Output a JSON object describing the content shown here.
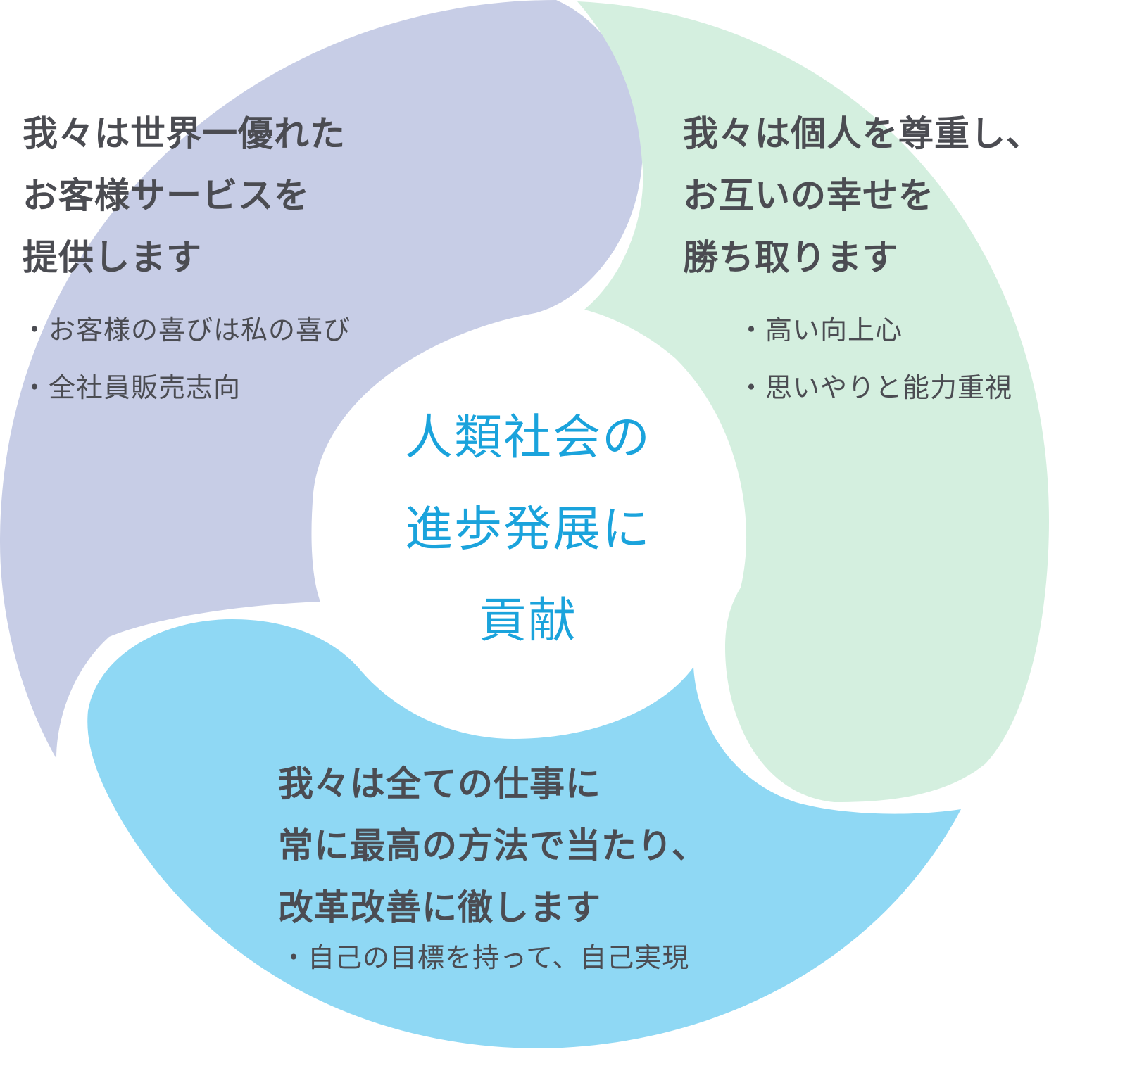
{
  "colors": {
    "lavender": "#c7cde6",
    "mint": "#d4efdf",
    "sky": "#8fd8f4",
    "heading_text": "#4b4c52",
    "center_text": "#1aa3dc"
  },
  "center": {
    "lines": [
      "人類社会の",
      "進歩発展に",
      "貢献"
    ]
  },
  "segments": [
    {
      "heading": [
        "我々は世界一優れた",
        "お客様サービスを",
        "提供します"
      ],
      "bullets": [
        "・お客様の喜びは私の喜び",
        "・全社員販売志向"
      ]
    },
    {
      "heading": [
        "我々は個人を尊重し、",
        "お互いの幸せを",
        "勝ち取ります"
      ],
      "bullets": [
        "・高い向上心",
        "・思いやりと能力重視"
      ]
    },
    {
      "heading": [
        "我々は全ての仕事に",
        "常に最高の方法で当たり、",
        "改革改善に徹します"
      ],
      "bullets": [
        "・自己の目標を持って、自己実現"
      ]
    }
  ]
}
